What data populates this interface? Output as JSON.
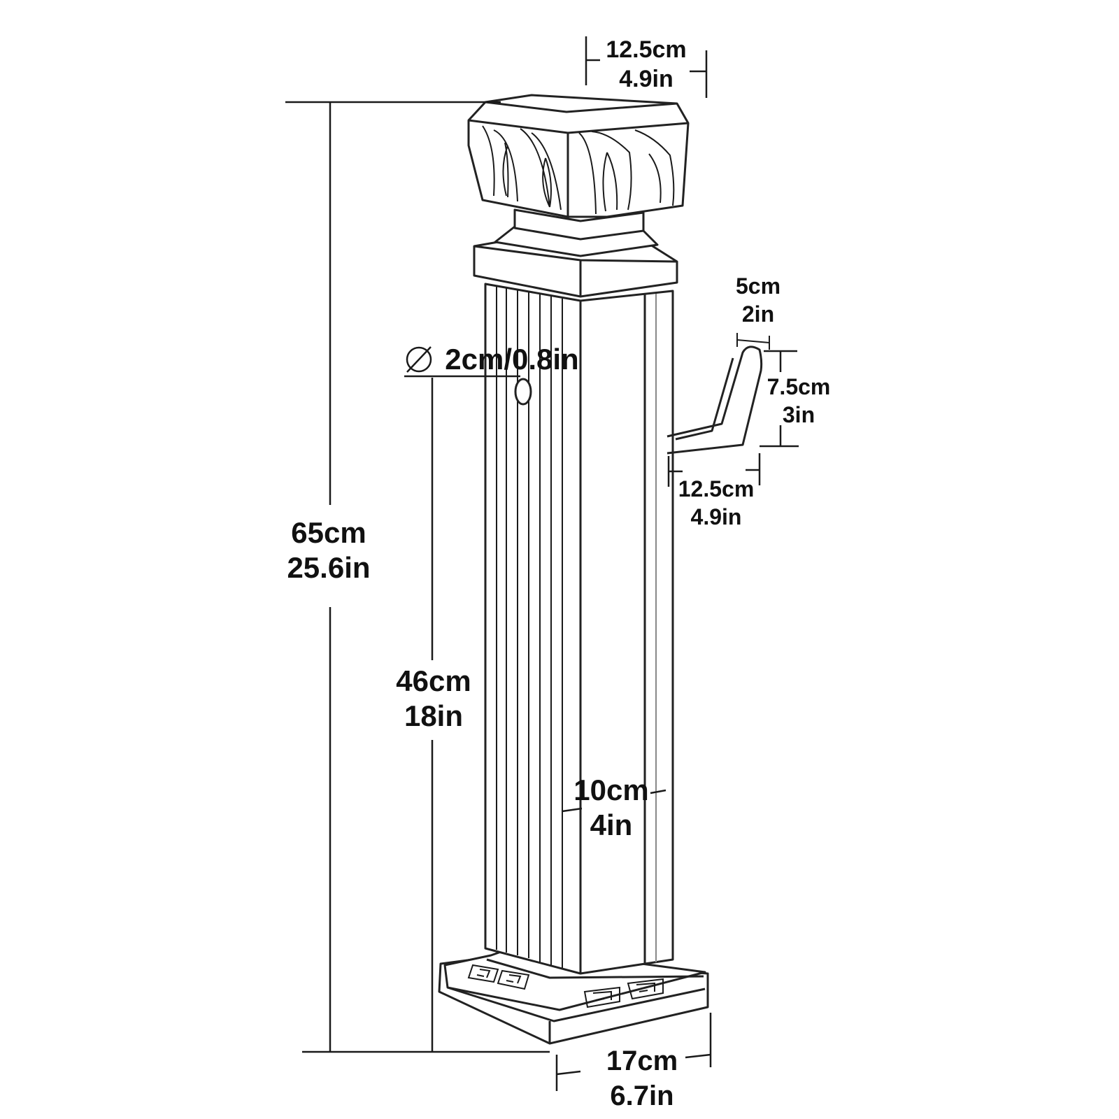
{
  "dimensions": {
    "top_width": {
      "cm": "12.5cm",
      "in": "4.9in"
    },
    "total_height": {
      "cm": "65cm",
      "in": "25.6in"
    },
    "hole_height": {
      "cm": "46cm",
      "in": "18in"
    },
    "hole_diameter": {
      "label": "2cm/0.8in"
    },
    "column_width": {
      "cm": "10cm",
      "in": "4in"
    },
    "base_width": {
      "cm": "17cm",
      "in": "6.7in"
    },
    "hook_width": {
      "cm": "5cm",
      "in": "2in"
    },
    "hook_height": {
      "cm": "7.5cm",
      "in": "3in"
    },
    "hook_length": {
      "cm": "12.5cm",
      "in": "4.9in"
    }
  },
  "colors": {
    "line": "#1a1a1a",
    "background": "#ffffff"
  }
}
